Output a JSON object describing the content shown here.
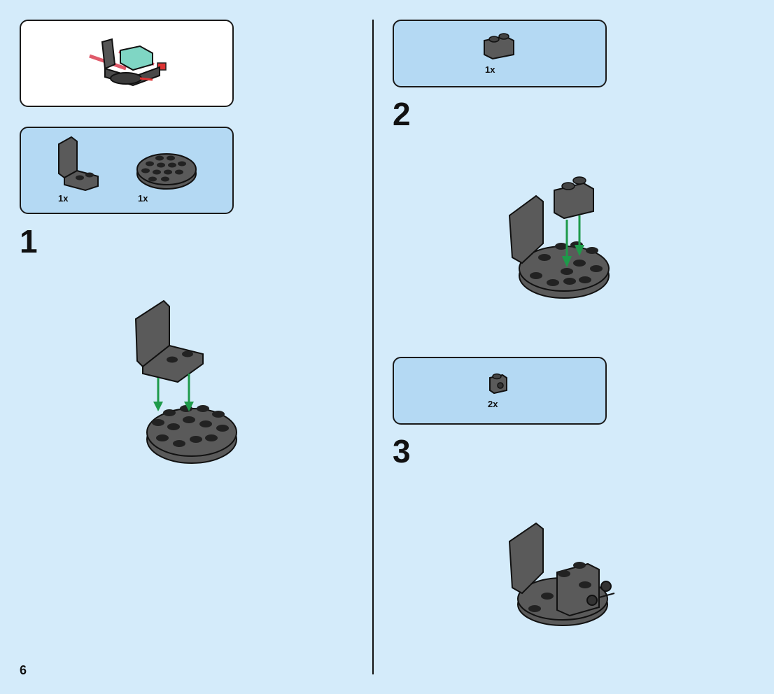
{
  "page": {
    "number": "6"
  },
  "colors": {
    "background": "#d4ebfa",
    "parts_box": "#b4d9f3",
    "arrow": "#1e9a4a",
    "brick": "#5a5a5a"
  },
  "submodel": {
    "icon": "submodel-preview-icon"
  },
  "steps": [
    {
      "number": "1",
      "parts": [
        {
          "icon": "seat-part-icon",
          "qty": "1x"
        },
        {
          "icon": "round-plate-part-icon",
          "qty": "1x"
        }
      ]
    },
    {
      "number": "2",
      "parts": [
        {
          "icon": "brick-1x2-part-icon",
          "qty": "1x"
        }
      ]
    },
    {
      "number": "3",
      "parts": [
        {
          "icon": "headlight-brick-part-icon",
          "qty": "2x"
        }
      ]
    }
  ]
}
